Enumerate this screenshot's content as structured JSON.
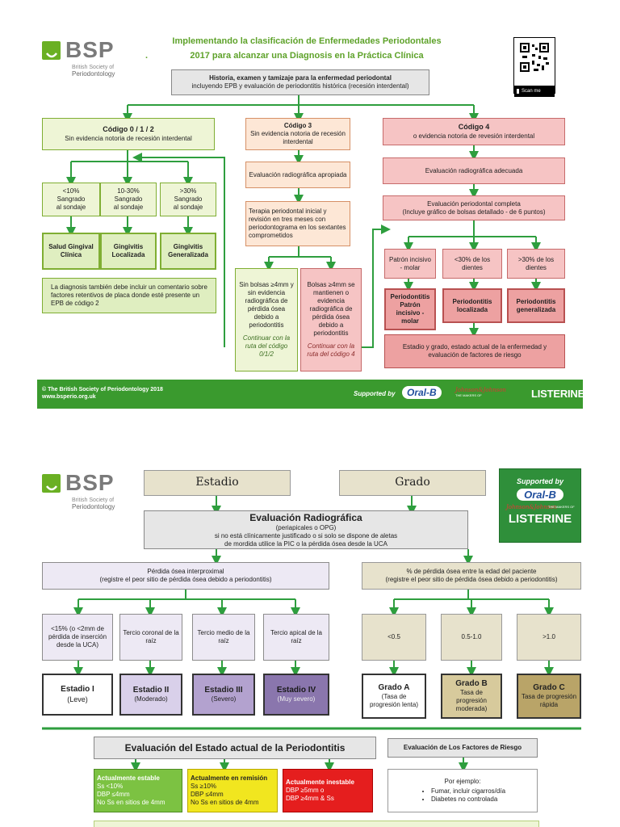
{
  "brand": {
    "name": "BSP",
    "sub1": "British Society of",
    "sub2": "Periodontology"
  },
  "p1": {
    "title1": "Implementando la clasificación de Enfermedades Periodontales",
    "title_dot": ".",
    "title2": "2017 para alcanzar una Diagnosis en la Práctica Clínica",
    "qr_label": "Scan me",
    "top_line1": "Historia, examen y tamizaje para la enfermedad periodontal",
    "top_line2": "incluyendo EPB y evaluación de periodontitis histórica (recesión interdental)",
    "c012_title": "Código  0 / 1 / 2",
    "c012_sub": "Sin evidencia notoria de recesión interdental",
    "c3_title": "Código  3",
    "c3_sub": "Sin evidencia notoria de recesión interdental",
    "c4_title": "Código 4",
    "c4_sub": "o evidencia notoria de revesión interdental",
    "bop": [
      {
        "pct": "<10%",
        "l1": "Sangrado",
        "l2": "al sondaje"
      },
      {
        "pct": "10-30%",
        "l1": "Sangrado",
        "l2": "al sondaje"
      },
      {
        "pct": ">30%",
        "l1": "Sangrado",
        "l2": "al sondaje"
      }
    ],
    "dx": [
      "Salud Gingival Clínica",
      "Gingivitis Localizada",
      "Gingivitis Generalizada"
    ],
    "note": "La diagnosis también debe incluir un comentario sobre factores retentivos de placa donde esté presente un EPB de código 2",
    "rx3": "Evaluación radiográfica apropiada",
    "therapy": "Terapia periodontal inicial y revisión en tres meses con periodontograma en los sextantes comprometidos",
    "sin_bolsas": "Sin bolsas ≥4mm y sin evidencia radiográfica de pérdida ósea debido a periodontitis",
    "sin_bolsas_link": "Continuar con la ruta del código 0/1/2",
    "bolsas": "Bolsas ≥4mm se mantienen o evidencia radiográfica de pérdida ósea debido a periodontitis",
    "bolsas_link": "Continuar con la ruta del código 4",
    "rx4": "Evaluación radiográfica adecuada",
    "perio_eval1": "Evaluación periodontal completa",
    "perio_eval2": "(Incluye gráfico de bolsas detallado - de 6 puntos)",
    "pattern": [
      "Patrón incisivo - molar",
      "<30% de los dientes",
      ">30% de los dientes"
    ],
    "perio_dx": [
      "Periodontitis Patrón incisivo - molar",
      "Periodontitis localizada",
      "Periodontitis generalizada"
    ],
    "staging": "Estadio y grado, estado actual de la enfermedad y evaluación de factores de riesgo",
    "footer_copy": "© The British Society of Periodontology 2018",
    "footer_url": "www.bsperio.org.uk",
    "supported": "Supported by",
    "oralb": "Oral-B",
    "jj": "Johnson&Johnson",
    "jj_sub": "THE MAKERS OF",
    "listerine": "LISTERINE"
  },
  "p2": {
    "estadio": "Estadio",
    "grado": "Grado",
    "supported": "Supported by",
    "oralb": "Oral-B",
    "jj": "Johnson&Johnson",
    "jj_sub": "THE MAKERS OF",
    "listerine": "LISTERINE",
    "rad_title": "Evaluación Radiográfica",
    "rad_l1": "(periapicales o OPG)",
    "rad_l2": "si no está clínicamente justificado o si solo se dispone de aletas",
    "rad_l3": "de mordida utilice la PIC o la pérdida ósea desde la UCA",
    "bone_l1": "Pérdida ósea interproximal",
    "bone_l2": "(registre el peor sitio de pérdida ósea debido a periodontitis)",
    "age_l1": "% de pérdida ósea entre la edad del paciente",
    "age_l2": "(registre el peor sitio de pérdida ósea debido a periodontitis)",
    "stage_crit": [
      "<15% (o <2mm de pérdida de inserción desde la UCA)",
      "Tercio coronal de la raíz",
      "Tercio medio de la raíz",
      "Tercio apical de la raíz"
    ],
    "stages": [
      {
        "name": "Estadio I",
        "sub": "(Leve)"
      },
      {
        "name": "Estadio II",
        "sub": "(Moderado)"
      },
      {
        "name": "Estadio III",
        "sub": "(Severo)"
      },
      {
        "name": "Estadio IV",
        "sub": "(Muy severo)"
      }
    ],
    "grade_crit": [
      "<0.5",
      "0.5-1.0",
      ">1.0"
    ],
    "grades": [
      {
        "name": "Grado A",
        "sub": "(Tasa de progresión lenta)"
      },
      {
        "name": "Grado B",
        "sub": "Tasa de progresión moderada)"
      },
      {
        "name": "Grado C",
        "sub": "Tasa de progresión rápida"
      }
    ],
    "current_title": "Evaluación del Estado actual de la Periodontitis",
    "risk_title": "Evaluación de Los Factores de Riesgo",
    "stable": {
      "t": "Actualmente estable",
      "l1": "Ss <10%",
      "l2": "DBP ≤4mm",
      "l3": "No Ss en sitios de 4mm"
    },
    "remission": {
      "t": "Actualmente en remisión",
      "l1": "Ss ≥10%",
      "l2": "DBP ≤4mm",
      "l3": "No Ss en sitios de 4mm"
    },
    "unstable": {
      "t": "Actualmente inestable",
      "l1": "DBP ≥5mm o",
      "l2": "DBP ≥4mm & Ss"
    },
    "risk_ex": "Por ejemplo:",
    "risk_items": [
      "Fumar, incluir cigarros/día",
      "Diabetes no controlada"
    ]
  }
}
